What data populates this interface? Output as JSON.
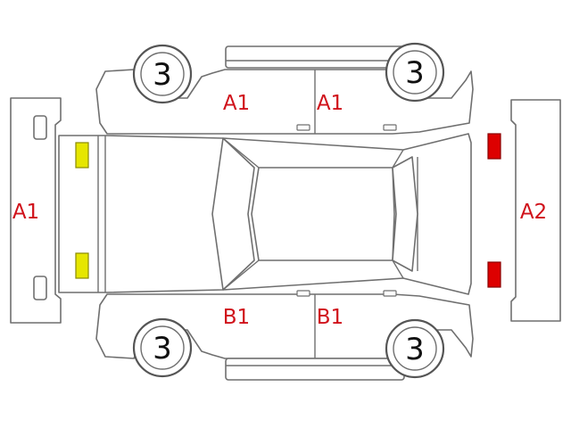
{
  "colors": {
    "label": "#d0121b",
    "yellow_marker": "#e6e600",
    "yellow_marker_border": "#8a8a00",
    "red_marker": "#dd0000",
    "red_marker_border": "#880000",
    "outline": "#6f6f6f"
  },
  "panels": {
    "roof_left": "A1",
    "roof_right": "A1",
    "front": "A1",
    "rear": "A2",
    "side_left": "B1",
    "side_right": "B1"
  },
  "wheels": {
    "top_left": "3",
    "top_right": "3",
    "bottom_left": "3",
    "bottom_right": "3"
  }
}
